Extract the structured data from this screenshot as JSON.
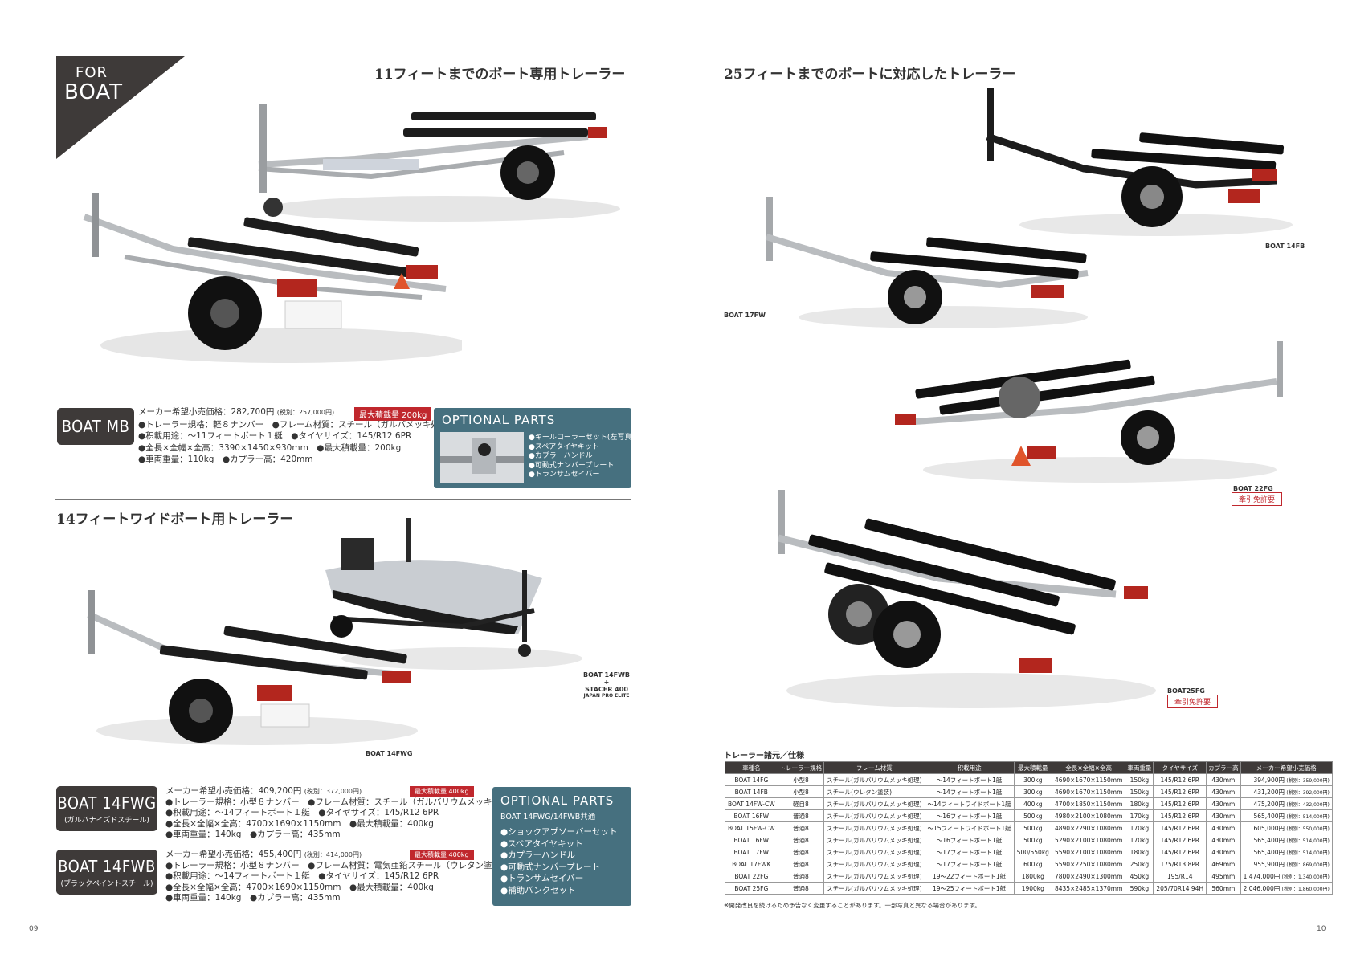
{
  "left_page": {
    "badge": {
      "line1": "FOR",
      "line2": "BOAT"
    },
    "heading_top": "11フィートまでのボート専用トレーラー",
    "heading_mid": "14フィートワイドボート用トレーラー",
    "page_number": "09",
    "boat_mb": {
      "model": "BOAT MB",
      "price_label": "メーカー希望小売価格：",
      "price": "282,700円",
      "price_tax_excl": "(税別：257,000円)",
      "max_load_badge": "最大積載量 200kg",
      "spec_lines": [
        "●トレーラー規格：軽８ナンバー　●フレーム材質：スチール（ガルバメッキ処理）",
        "●积載用途：～11フィートボート１艇　●タイヤサイズ：145/R12 6PR",
        "●全長×全幅×全高：3390×1450×930mm　●最大積載量：200kg",
        "●車両重量：110kg　●カプラー高：420mm"
      ]
    },
    "optional_top": {
      "title": "OPTIONAL PARTS",
      "items": [
        "●キールローラーセット(左写真)",
        "●スペアタイヤキット",
        "●カプラーハンドル",
        "●可動式ナンバープレート",
        "●トランサムセイバー"
      ]
    },
    "captions": {
      "fwb_stacer_1": "BOAT 14FWB",
      "fwb_stacer_2": "+",
      "fwb_stacer_3": "STACER 400",
      "fwb_stacer_4": "JAPAN PRO ELITE",
      "fwg": "BOAT 14FWG"
    },
    "boat_14fwg": {
      "model": "BOAT 14FWG",
      "sub": "(ガルバナイズドスチール)",
      "price_label": "メーカー希望小売価格：",
      "price": "409,200円",
      "price_tax_excl": "(税別：372,000円)",
      "max_load_badge": "最大積載量 400kg",
      "spec_lines": [
        "●トレーラー規格：小型８ナンバー　●フレーム材質：スチール（ガルバリウムメッキ処理）",
        "●积載用途：～14フィートボート１艇　●タイヤサイズ：145/R12 6PR",
        "●全長×全幅×全高：4700×1690×1150mm　●最大積載量：400kg",
        "●車両重量：140kg　●カプラー高：435mm"
      ]
    },
    "boat_14fwb": {
      "model": "BOAT 14FWB",
      "sub": "(ブラックペイントスチール)",
      "price_label": "メーカー希望小売価格：",
      "price": "455,400円",
      "price_tax_excl": "(税別：414,000円)",
      "max_load_badge": "最大積載量 400kg",
      "spec_lines": [
        "●トレーラー規格：小型８ナンバー　●フレーム材質：電気亜鉛スチール（ウレタン塗装）",
        "●积載用途：～14フィートボート１艇　●タイヤサイズ：145/R12 6PR",
        "●全長×全幅×全高：4700×1690×1150mm　●最大積載量：400kg",
        "●車両重量：140kg　●カプラー高：435mm"
      ]
    },
    "optional_bottom": {
      "title": "OPTIONAL PARTS",
      "sub": "BOAT 14FWG/14FWB共通",
      "items": [
        "●ショックアブソーバーセット",
        "●スペアタイヤキット",
        "●カプラーハンドル",
        "●可動式ナンバープレート",
        "●トランサムセイバー",
        "●補助バンクセット"
      ]
    }
  },
  "right_page": {
    "heading": "25フィートまでのボートに対応したトレーラー",
    "page_number": "10",
    "captions": {
      "b14fb": "BOAT 14FB",
      "b17fw": "BOAT 17FW",
      "b22fg": "BOAT 22FG",
      "b25fg": "BOAT25FG",
      "license_1": "牽引免許要",
      "license_2": "牽引免許要"
    },
    "table": {
      "title": "トレーラー諸元／仕様",
      "headers": [
        "車種名",
        "トレーラー規格",
        "フレーム材質",
        "积載用途",
        "最大積載量",
        "全長×全幅×全高",
        "車両重量",
        "タイヤサイズ",
        "カプラー高",
        "メーカー希望小売価格"
      ],
      "rows": [
        [
          "BOAT 14FG",
          "小型8",
          "スチール(ガルバリウムメッキ処理)",
          "～14フィートボート1艇",
          "300kg",
          "4690×1670×1150mm",
          "150kg",
          "145/R12 6PR",
          "430mm",
          "394,900円",
          "(税別：359,000円)"
        ],
        [
          "BOAT 14FB",
          "小型8",
          "スチール(ウレタン塗装)",
          "～14フィートボート1艇",
          "300kg",
          "4690×1670×1150mm",
          "150kg",
          "145/R12 6PR",
          "430mm",
          "431,200円",
          "(税別：392,000円)"
        ],
        [
          "BOAT 14FW-CW",
          "軽自8",
          "スチール(ガルバリウムメッキ処理)",
          "～14フィートワイドボート1艇",
          "400kg",
          "4700×1850×1150mm",
          "180kg",
          "145/R12 6PR",
          "430mm",
          "475,200円",
          "(税別：432,000円)"
        ],
        [
          "BOAT 16FW",
          "普通8",
          "スチール(ガルバリウムメッキ処理)",
          "～16フィートボート1艇",
          "500kg",
          "4980×2100×1080mm",
          "170kg",
          "145/R12 6PR",
          "430mm",
          "565,400円",
          "(税別：514,000円)"
        ],
        [
          "BOAT 15FW-CW",
          "普通8",
          "スチール(ガルバリウムメッキ処理)",
          "～15フィートワイドボート1艇",
          "500kg",
          "4890×2290×1080mm",
          "170kg",
          "145/R12 6PR",
          "430mm",
          "605,000円",
          "(税別：550,000円)"
        ],
        [
          "BOAT 16FW",
          "普通8",
          "スチール(ガルバリウムメッキ処理)",
          "～16フィートボート1艇",
          "500kg",
          "5290×2100×1080mm",
          "170kg",
          "145/R12 6PR",
          "430mm",
          "565,400円",
          "(税別：514,000円)"
        ],
        [
          "BOAT 17FW",
          "普通8",
          "スチール(ガルバリウムメッキ処理)",
          "～17フィートボート1艇",
          "500/550kg",
          "5590×2100×1080mm",
          "180kg",
          "145/R12 6PR",
          "430mm",
          "565,400円",
          "(税別：514,000円)"
        ],
        [
          "BOAT 17FWK",
          "普通8",
          "スチール(ガルバリウムメッキ処理)",
          "～17フィートボート1艇",
          "600kg",
          "5590×2250×1080mm",
          "250kg",
          "175/R13 8PR",
          "469mm",
          "955,900円",
          "(税別：869,000円)"
        ],
        [
          "BOAT 22FG",
          "普通8",
          "スチール(ガルバリウムメッキ処理)",
          "19～22フィートボート1艇",
          "1800kg",
          "7800×2490×1300mm",
          "450kg",
          "195/R14",
          "495mm",
          "1,474,000円",
          "(税別：1,340,000円)"
        ],
        [
          "BOAT 25FG",
          "普通8",
          "スチール(ガルバリウムメッキ処理)",
          "19～25フィートボート1艇",
          "1900kg",
          "8435×2485×1370mm",
          "590kg",
          "205/70R14 94H",
          "560mm",
          "2,046,000円",
          "(税別：1,860,000円)"
        ]
      ],
      "note": "※開発改良を続けるため予告なく変更することがあります。一部写真と異なる場合があります。"
    }
  },
  "colors": {
    "dark_box": "#3e3a39",
    "optional_panel": "#46707f",
    "accent_red": "#c0272d"
  }
}
